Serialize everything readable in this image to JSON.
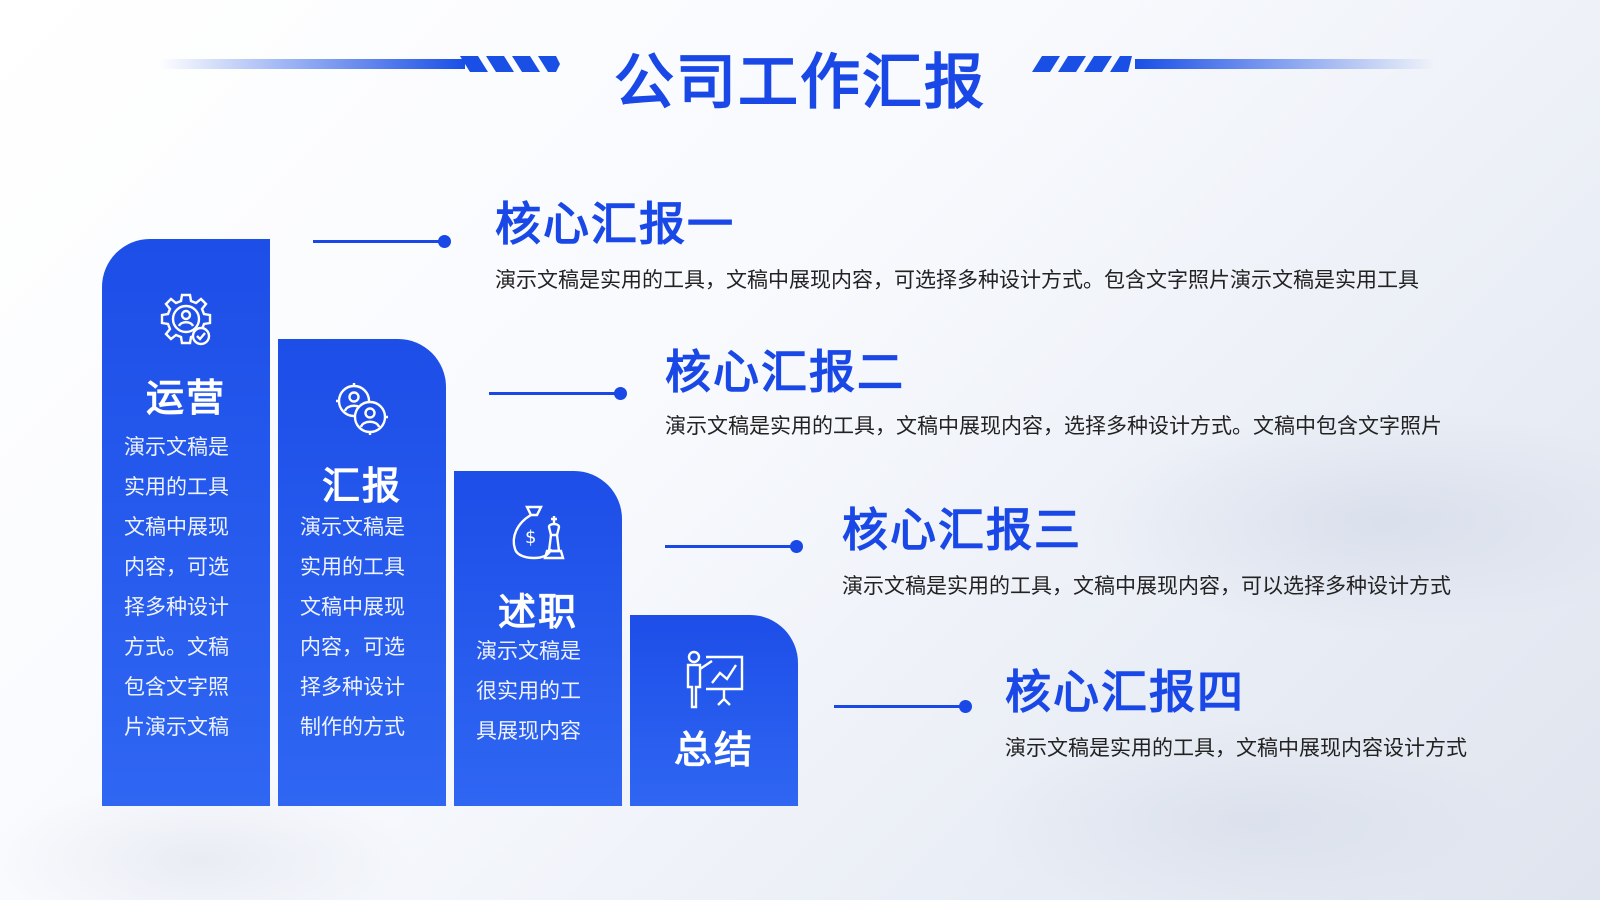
{
  "page": {
    "title": "公司工作汇报"
  },
  "colors": {
    "accent": "#1948e6",
    "card": "#1d4ee8",
    "text": "#222222"
  },
  "cards": [
    {
      "label": "运营",
      "icon": "gear-user-check-icon",
      "lines": [
        "演示文稿是",
        "实用的工具",
        "文稿中展现",
        "内容，可选",
        "择多种设计",
        "方式。文稿",
        "包含文字照",
        "片演示文稿"
      ]
    },
    {
      "label": "汇报",
      "icon": "user-group-icon",
      "lines": [
        "演示文稿是",
        "实用的工具",
        "文稿中展现",
        "内容，可选",
        "择多种设计",
        "制作的方式"
      ]
    },
    {
      "label": "述职",
      "icon": "money-bag-chess-icon",
      "lines": [
        "演示文稿是",
        "很实用的工",
        "具展现内容"
      ]
    },
    {
      "label": "总结",
      "icon": "presentation-chart-icon",
      "lines": []
    }
  ],
  "items": [
    {
      "title": "核心汇报一",
      "desc": "演示文稿是实用的工具，文稿中展现内容，可选择多种设计方式。包含文字照片演示文稿是实用工具"
    },
    {
      "title": "核心汇报二",
      "desc": "演示文稿是实用的工具，文稿中展现内容，选择多种设计方式。文稿中包含文字照片"
    },
    {
      "title": "核心汇报三",
      "desc": "演示文稿是实用的工具，文稿中展现内容，可以选择多种设计方式"
    },
    {
      "title": "核心汇报四",
      "desc": "演示文稿是实用的工具，文稿中展现内容设计方式"
    }
  ]
}
